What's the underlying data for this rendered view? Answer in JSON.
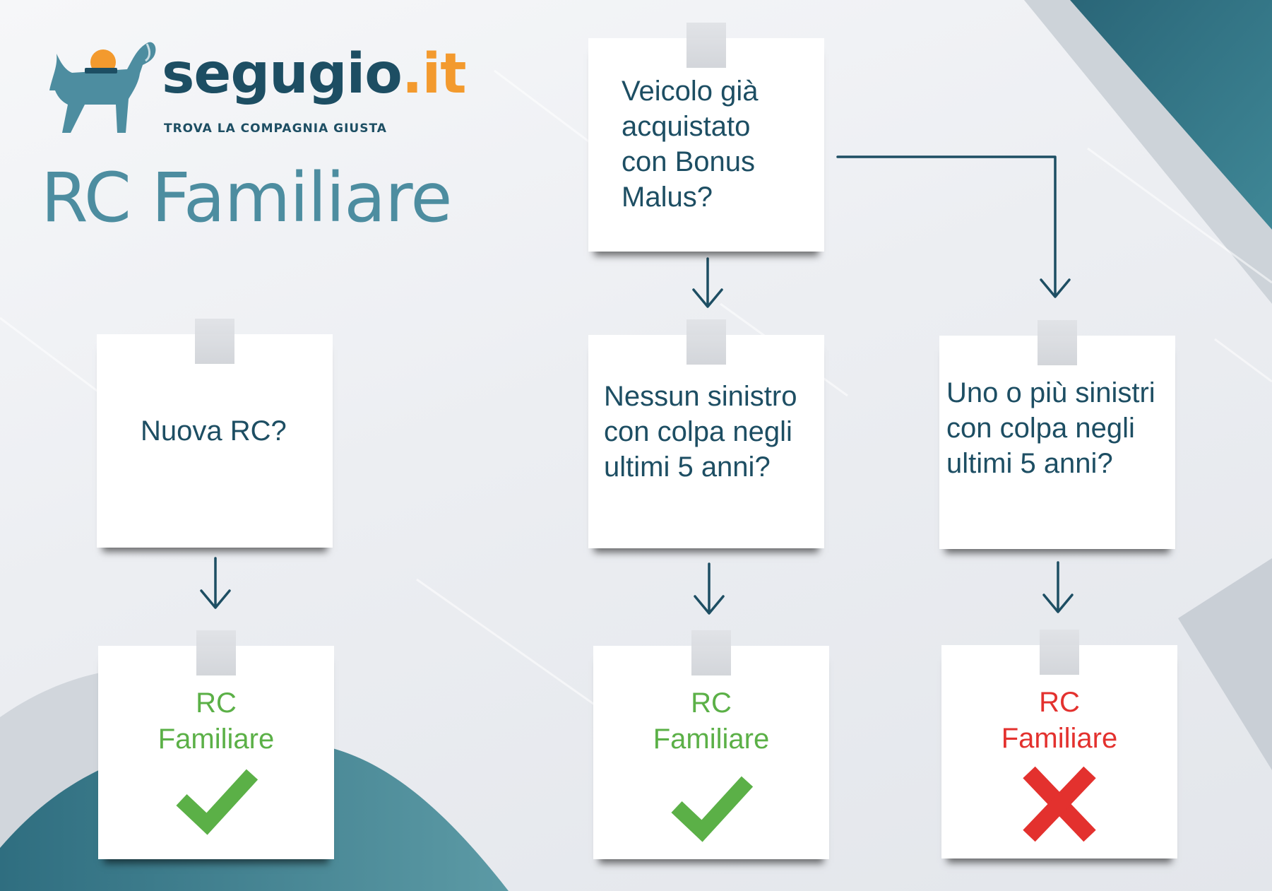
{
  "brand": {
    "name": "segugio",
    "tld": ".it",
    "tagline": "TROVA LA COMPAGNIA GIUSTA",
    "icon": "dog-logo-icon",
    "colors": {
      "primary": "#1d4e63",
      "accent": "#f39a2e",
      "teal": "#4d8da0"
    }
  },
  "page": {
    "title": "RC Familiare"
  },
  "diagram": {
    "questions": {
      "veicolo": [
        "Veicolo già",
        "acquistato",
        "con Bonus",
        "Malus?"
      ],
      "nuova": [
        "Nuova RC?"
      ],
      "nessun": [
        "Nessun sinistro",
        "con colpa negli",
        "ultimi 5 anni?"
      ],
      "uno": [
        "Uno o più sinistri",
        "con colpa negli",
        "ultimi 5 anni?"
      ]
    },
    "outcomes": {
      "left": {
        "lines": [
          "RC",
          "Familiare"
        ],
        "result": "check-icon",
        "color": "#5bb047"
      },
      "middle": {
        "lines": [
          "RC",
          "Familiare"
        ],
        "result": "check-icon",
        "color": "#5bb047"
      },
      "right": {
        "lines": [
          "RC",
          "Familiare"
        ],
        "result": "cross-icon",
        "color": "#e3312e"
      }
    },
    "connector_color": "#1d4e63"
  }
}
